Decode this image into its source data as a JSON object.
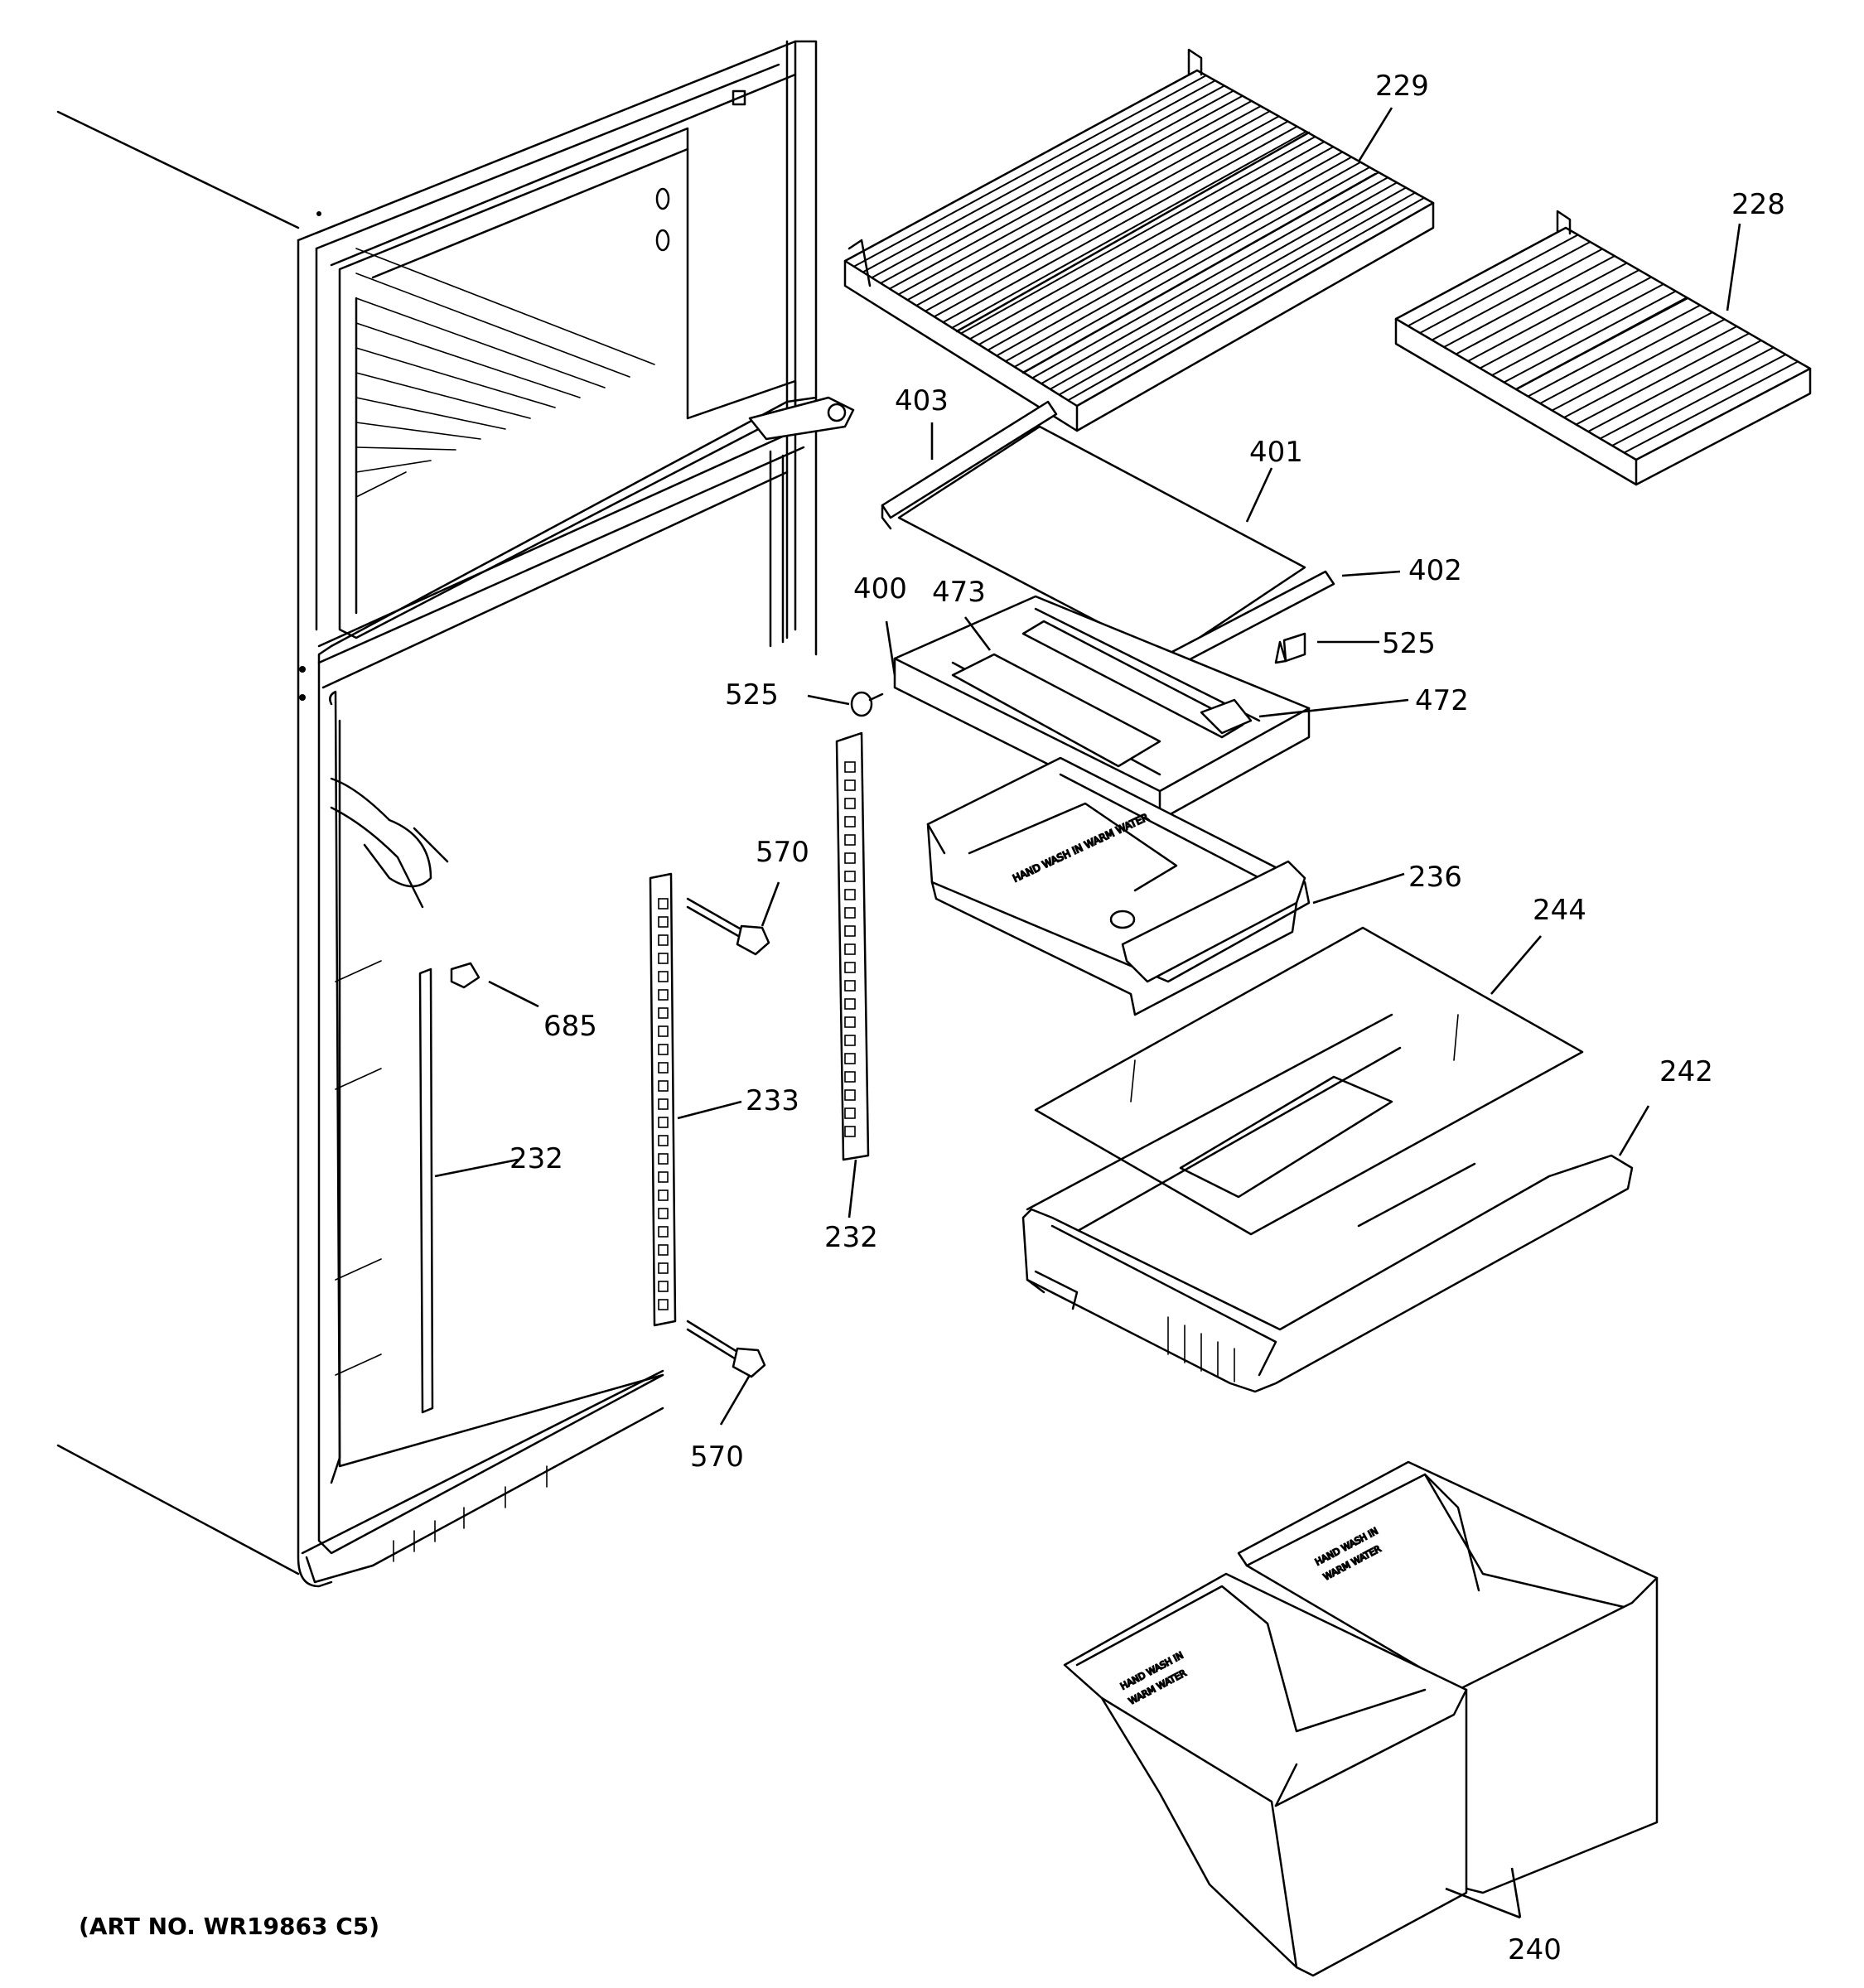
{
  "diagram": {
    "art_number": "(ART NO. WR19863 C5)",
    "bin_label": "HAND WASH IN WARM WATER",
    "callouts": {
      "c229": "229",
      "c228": "228",
      "c403": "403",
      "c401": "401",
      "c402": "402",
      "c400": "400",
      "c473": "473",
      "c525_right": "525",
      "c525_left": "525",
      "c472": "472",
      "c570_top": "570",
      "c570_bottom": "570",
      "c236": "236",
      "c244": "244",
      "c685": "685",
      "c233": "233",
      "c242": "242",
      "c232_left": "232",
      "c232_right": "232",
      "c240": "240"
    }
  }
}
